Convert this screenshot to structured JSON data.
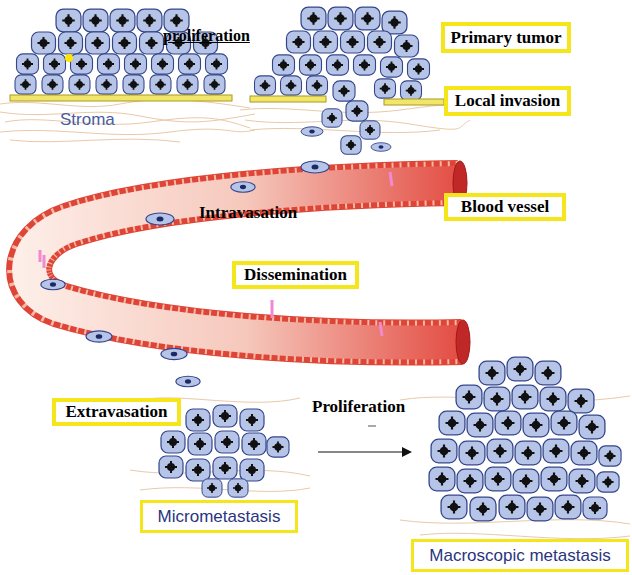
{
  "diagram": {
    "nodes": [
      {
        "text": [
          "Primary tumor"
        ]
      },
      {
        "text": [
          "Local invasion"
        ]
      },
      {
        "text": [
          "Blood vessel"
        ]
      },
      {
        "text": [
          "Dissemination"
        ]
      },
      {
        "text": [
          "Extravasation"
        ]
      },
      {
        "text": [
          "Micrometastasis"
        ]
      },
      {
        "text": [
          "Macroscopic metastasis"
        ]
      }
    ],
    "labels": [
      "proliferation",
      "Stroma",
      "Intravasation",
      "Proliferation"
    ]
  }
}
